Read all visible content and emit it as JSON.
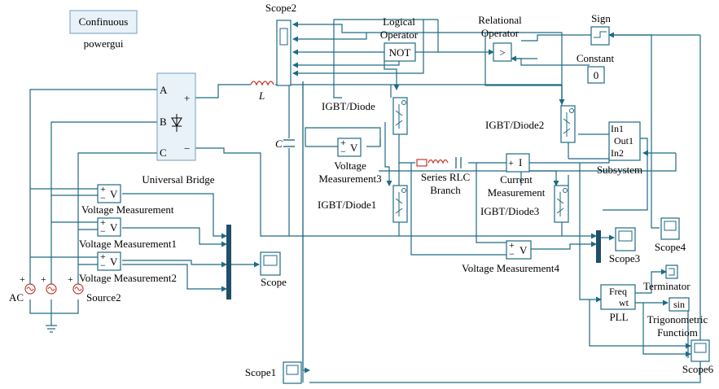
{
  "powergui": {
    "box_label": "Confinuous",
    "name": "powergui"
  },
  "universal_bridge": {
    "name": "Universal Bridge",
    "port_a": "A",
    "port_b": "B",
    "port_c": "C",
    "plus": "+",
    "minus": "−"
  },
  "inductor": {
    "name": "L"
  },
  "capacitor": {
    "name": "C"
  },
  "scope2": {
    "name": "Scope2"
  },
  "logical_operator": {
    "line1": "Logical",
    "line2": "Operator",
    "op": "NOT"
  },
  "relational_operator": {
    "line1": "Relational",
    "line2": "Operator",
    "op": ">"
  },
  "sign": {
    "name": "Sign"
  },
  "constant": {
    "name": "Constant",
    "value": "0"
  },
  "igbt": {
    "name": "IGBT/Diode"
  },
  "igbt1": {
    "name": "IGBT/Diode1"
  },
  "igbt2": {
    "name": "IGBT/Diode2"
  },
  "igbt3": {
    "name": "IGBT/Diode3"
  },
  "vm3": {
    "line1": "Voltage",
    "line2": "Measurement3",
    "sym": "V"
  },
  "rlc": {
    "line1": "Series RLC",
    "line2": "Branch"
  },
  "current_meas": {
    "line1": "Current",
    "line2": "Measurement",
    "sym": "I"
  },
  "subsystem": {
    "name": "Subsystem",
    "in1": "In1",
    "out1": "Out1",
    "in2": "In2"
  },
  "vm": {
    "name": "Voltage Measurement",
    "sym": "V"
  },
  "vm1": {
    "name": "Voltage Measurement1",
    "sym": "V"
  },
  "vm2": {
    "name": "Voltage Measurement2",
    "sym": "V"
  },
  "vm4": {
    "name": "Voltage Measurement4",
    "sym": "V"
  },
  "scope": {
    "name": "Scope"
  },
  "scope1": {
    "name": "Scope1"
  },
  "scope3": {
    "name": "Scope3"
  },
  "scope4": {
    "name": "Scope4"
  },
  "scope6": {
    "name": "Scope6"
  },
  "sources": {
    "ac": "AC",
    "source2": "Source2"
  },
  "terminator": {
    "name": "Terminator"
  },
  "pll": {
    "name": "PLL",
    "freq": "Freq",
    "wt": "wt"
  },
  "trig": {
    "line1": "Trigonometric",
    "line2": "Functiom",
    "fn": "sin"
  },
  "pm": {
    "plus": "+",
    "minus": "−"
  }
}
